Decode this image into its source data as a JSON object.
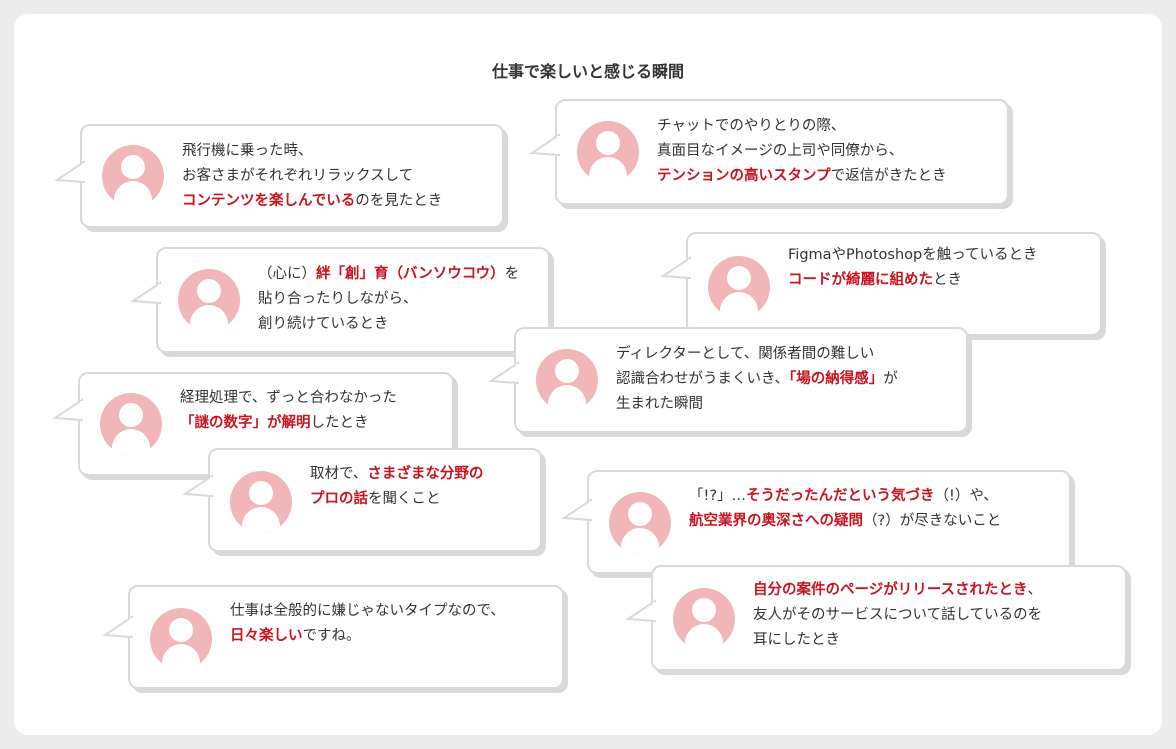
{
  "title": "仕事で楽しいと感じる瞬間",
  "colors": {
    "highlight": "#c8141e",
    "avatar": "#f0b6b8",
    "border": "#d9d9d9"
  },
  "bubbles": [
    {
      "lines": [
        [
          {
            "t": "飛行機に乗った時、"
          }
        ],
        [
          {
            "t": "お客さまがそれぞれリラックスして"
          }
        ],
        [
          {
            "t": "コンテンツを楽しんでいる",
            "hl": true
          },
          {
            "t": "のを見たとき"
          }
        ]
      ]
    },
    {
      "lines": [
        [
          {
            "t": "チャットでのやりとりの際、"
          }
        ],
        [
          {
            "t": "真面目なイメージの上司や同僚から、"
          }
        ],
        [
          {
            "t": "テンションの高いスタンプ",
            "hl": true
          },
          {
            "t": "で返信がきたとき"
          }
        ]
      ]
    },
    {
      "lines": [
        [
          {
            "t": "（心に）"
          },
          {
            "t": "絆「創」育（バンソウコウ）",
            "hl": true
          },
          {
            "t": "を"
          }
        ],
        [
          {
            "t": "貼り合ったりしながら、"
          }
        ],
        [
          {
            "t": "創り続けているとき"
          }
        ]
      ]
    },
    {
      "lines": [
        [
          {
            "t": "FigmaやPhotoshopを触っているとき"
          }
        ],
        [
          {
            "t": "コードが綺麗に組めた",
            "hl": true
          },
          {
            "t": "とき"
          }
        ]
      ]
    },
    {
      "lines": [
        [
          {
            "t": "ディレクターとして、関係者間の難しい"
          }
        ],
        [
          {
            "t": "認識合わせがうまくいき、"
          },
          {
            "t": "「場の納得感」",
            "hl": true
          },
          {
            "t": "が"
          }
        ],
        [
          {
            "t": "生まれた瞬間"
          }
        ]
      ]
    },
    {
      "lines": [
        [
          {
            "t": "経理処理で、ずっと合わなかった"
          }
        ],
        [
          {
            "t": "「謎の数字」が解明",
            "hl": true
          },
          {
            "t": "したとき"
          }
        ]
      ]
    },
    {
      "lines": [
        [
          {
            "t": "取材で、"
          },
          {
            "t": "さまざまな分野の",
            "hl": true
          }
        ],
        [
          {
            "t": "プロの話",
            "hl": true
          },
          {
            "t": "を聞くこと"
          }
        ]
      ]
    },
    {
      "lines": [
        [
          {
            "t": "「!?」…"
          },
          {
            "t": "そうだったんだという気づき",
            "hl": true
          },
          {
            "t": "（!）や、"
          }
        ],
        [
          {
            "t": "航空業界の奥深さへの疑問",
            "hl": true
          },
          {
            "t": "（?）が尽きないこと"
          }
        ]
      ]
    },
    {
      "lines": [
        [
          {
            "t": "仕事は全般的に嫌じゃないタイプなので、"
          }
        ],
        [
          {
            "t": "日々楽しい",
            "hl": true
          },
          {
            "t": "ですね。"
          }
        ]
      ]
    },
    {
      "lines": [
        [
          {
            "t": "自分の案件のページがリリースされたとき",
            "hl": true
          },
          {
            "t": "、"
          }
        ],
        [
          {
            "t": "友人がそのサービスについて話しているのを"
          }
        ],
        [
          {
            "t": "耳にしたとき"
          }
        ]
      ]
    }
  ]
}
